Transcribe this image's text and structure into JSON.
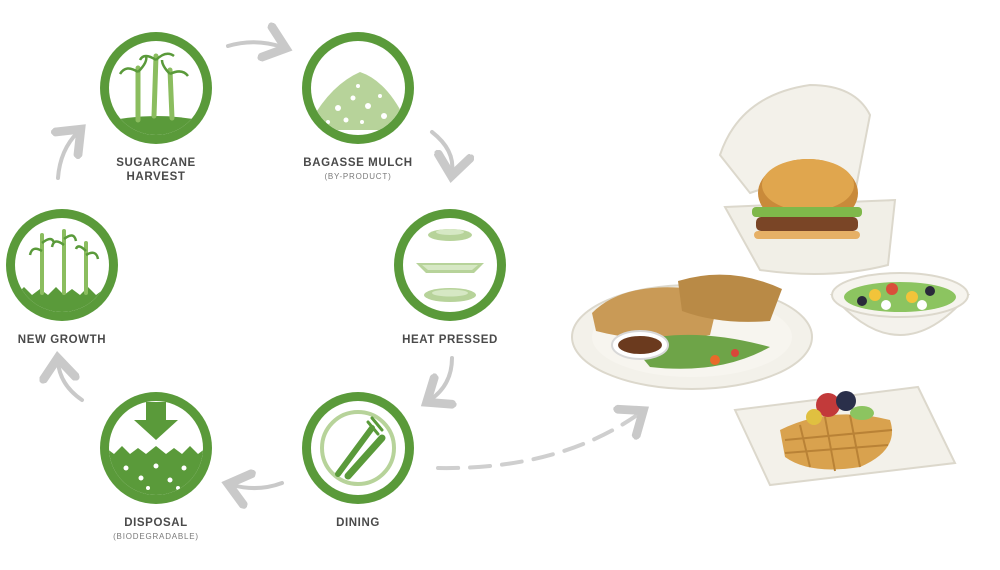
{
  "colors": {
    "accent": "#5a9a3a",
    "arrow": "#c9c9c9",
    "label": "#4a4a4a"
  },
  "stages": [
    {
      "id": "harvest",
      "label": "SUGARCANE\nHARVEST",
      "sub": "",
      "icon": "sugarcane-icon"
    },
    {
      "id": "mulch",
      "label": "BAGASSE MULCH",
      "sub": "(BY-PRODUCT)",
      "icon": "mulch-pile-icon"
    },
    {
      "id": "pressed",
      "label": "HEAT PRESSED",
      "sub": "",
      "icon": "stacked-plates-icon"
    },
    {
      "id": "dining",
      "label": "DINING",
      "sub": "",
      "icon": "fork-knife-icon"
    },
    {
      "id": "disposal",
      "label": "DISPOSAL",
      "sub": "(BIODEGRADABLE)",
      "icon": "down-arrow-soil-icon"
    },
    {
      "id": "growth",
      "label": "NEW GROWTH",
      "sub": "",
      "icon": "sprouting-cane-icon"
    }
  ],
  "photo": {
    "icon": "bagasse-food-containers-image"
  }
}
